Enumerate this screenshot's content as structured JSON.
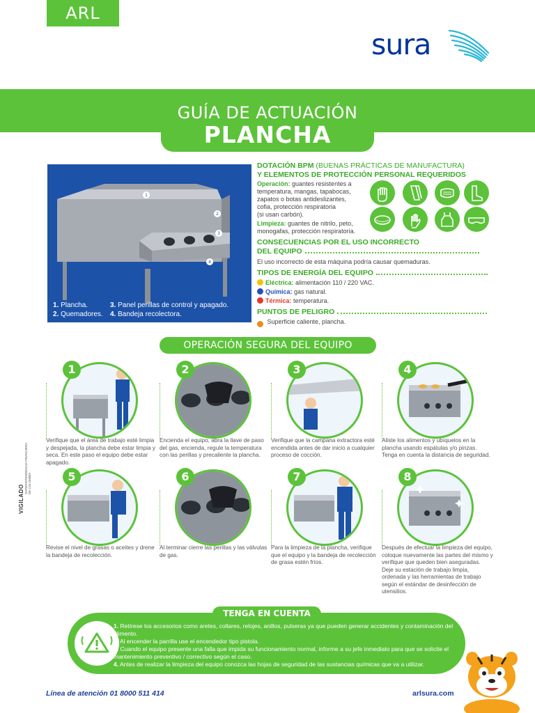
{
  "header": {
    "tab": "ARL",
    "brand": "sura"
  },
  "title": {
    "line1": "GUÍA DE ACTUACIÓN",
    "line2": "PLANCHA"
  },
  "hero": {
    "markers": [
      "1",
      "2",
      "3",
      "4"
    ],
    "legend": [
      {
        "n": "1.",
        "text": "Plancha."
      },
      {
        "n": "3.",
        "text": "Panel perillas de control y apagado."
      },
      {
        "n": "2.",
        "text": "Quemadores."
      },
      {
        "n": "4.",
        "text": "Bandeja recolectora."
      }
    ]
  },
  "dotacion": {
    "heading_bold": "DOTACIÓN BPM",
    "heading_light": "(BUENAS  PRÁCTICAS DE MANUFACTURA)",
    "heading_line2": "Y ELEMENTOS DE PROTECCIÓN PERSONAL REQUERIDOS",
    "operacion_label": "Operación:",
    "operacion_lines": [
      "guantes resistentes a",
      "temperatura, mangas, tapabocas,",
      "zapatos o botas antideslizantes,",
      "cofia, protección respiratoria",
      "(si usan carbón)."
    ],
    "limpieza_label": "Limpieza:",
    "limpieza_lines": [
      "guantes de nitrilo, peto,",
      "monogafas, protección respiratoria."
    ]
  },
  "consecuencias": {
    "heading1": "CONSECUENCIAS POR EL USO INCORRECTO",
    "heading2": "DEL EQUIPO",
    "text": "El uso incorrecto de esta máquina podría causar quemaduras."
  },
  "energia": {
    "heading": "TIPOS DE ENERGÍA DEL EQUIPO",
    "items": [
      {
        "label": "Eléctrica:",
        "text": "alimentación 110 / 220 VAC.",
        "color": "#f5c400"
      },
      {
        "label": "Química:",
        "text": "gas natural.",
        "color": "#2750b5"
      },
      {
        "label": "Térmica:",
        "text": "temperatura.",
        "color": "#e03a2b"
      }
    ]
  },
  "peligro": {
    "heading": "PUNTOS DE PELIGRO",
    "text": "Superficie caliente, plancha.",
    "color": "#f08a1c"
  },
  "operacion_segura": {
    "title": "OPERACIÓN SEGURA DEL EQUIPO",
    "steps": [
      {
        "n": "1",
        "text": "Verifique que el área de trabajo esté limpia y despejada, la plancha debe estar limpia y seca. En este paso el equipo debe estar apagado."
      },
      {
        "n": "2",
        "text": "Encienda el equipo, abra la llave de paso del gas, encienda, regule la temperatura con las perillas y precaliente la plancha."
      },
      {
        "n": "3",
        "text": "Verifique que la campana extractora esté encendida antes de dar inicio a cualquier proceso de cocción."
      },
      {
        "n": "4",
        "text": "Aliste los alimentos y ubíquelos en la plancha usando espátulas y/o pinzas. Tenga en cuenta la distancia de seguridad."
      },
      {
        "n": "5",
        "text": "Revise el nivel de grasas o aceites y drene la bandeja de recolección."
      },
      {
        "n": "6",
        "text": "Al terminar cierre las perillas y las válvulas de gas."
      },
      {
        "n": "7",
        "text": "Para la limpieza de la plancha, verifique que el equipo y la bandeja de recolección de grasa estén fríos."
      },
      {
        "n": "8",
        "text": "Después de efectuar la limpieza del equipo, coloque nuevamente las partes del mismo y verifique que queden bien aseguradas. Deje su estación de trabajo limpia, ordenada y las herramientas de trabajo según el estándar de desinfección de utensilios."
      }
    ]
  },
  "vigilado": {
    "label": "VIGILADO",
    "sub1": "SUPERINTENDENCIA FINANCIERA",
    "sub2": "DE COLOMBIA"
  },
  "tenga": {
    "title": "TENGA EN CUENTA",
    "items": [
      {
        "n": "1.",
        "text": "Retírese los accesorios como aretes, collares, relojes, anillos, pulseras ya que  pueden generar accidentes y contaminación del alimento."
      },
      {
        "n": "2.",
        "text": "Al encender la parrilla use el encendedor tipo pistola."
      },
      {
        "n": "3.",
        "text": "Cuando el equipo presente una falla que impida su funcionamiento normal, informe  a su jefe inmediato para que se solicite el mantenimiento preventivo / correctivo según el caso."
      },
      {
        "n": "4.",
        "text": "Antes de realizar la limpieza del equipo conozca las hojas de seguridad de las sustancias químicas que va a utilizar."
      }
    ]
  },
  "footer": {
    "left": "Línea de atención 01 8000 511 414",
    "right": "arlsura.com"
  },
  "icons": [
    "glove-icon",
    "sleeve-icon",
    "mask-icon",
    "boot-icon",
    "hairnet-icon",
    "nitrile-glove-icon",
    "apron-icon",
    "goggles-icon",
    "warning-icon",
    "tiger-mascot-icon"
  ],
  "colors": {
    "green": "#5cc23a",
    "blue": "#1c52a8",
    "navy": "#0033a0"
  }
}
